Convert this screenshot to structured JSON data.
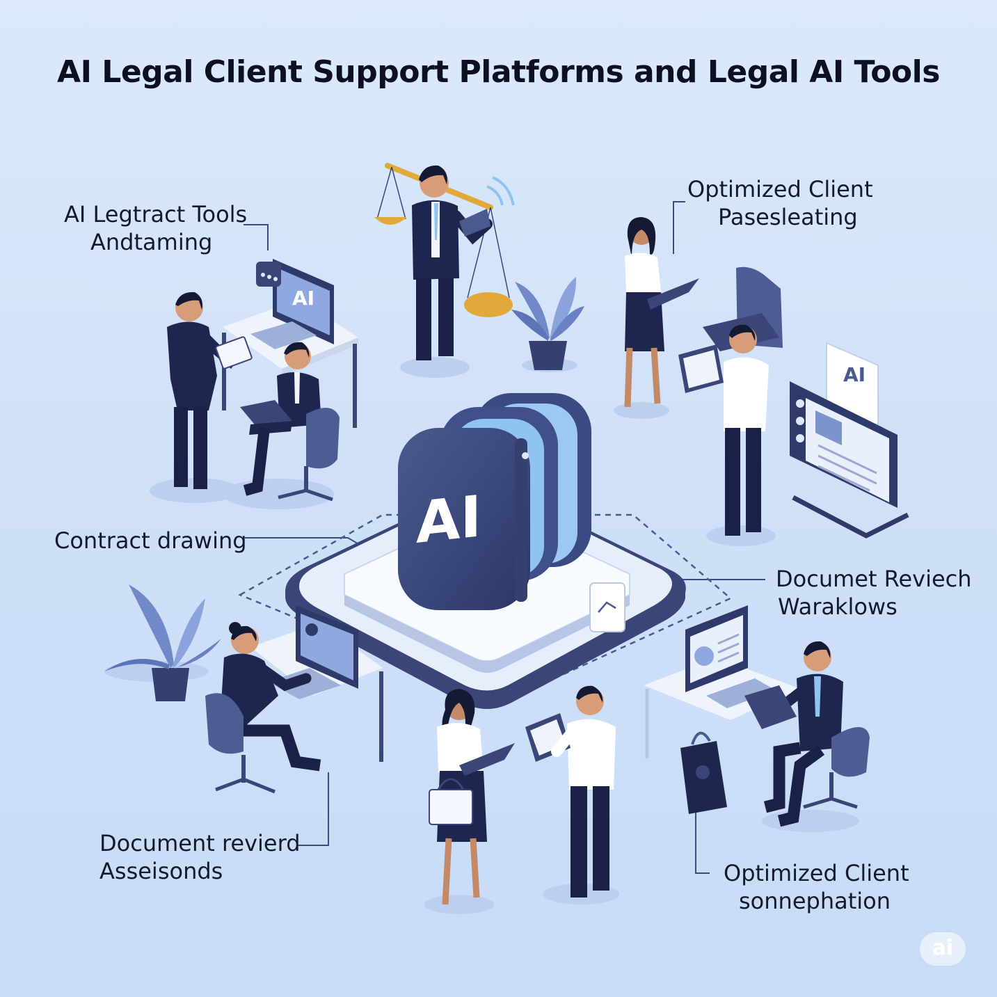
{
  "title": "AI Legal Client Support Platforms and Legal AI Tools",
  "hub_text": "AI",
  "labels": {
    "top_left": [
      "AI Legtract Tools",
      "Andtaming"
    ],
    "top_right": [
      "Optimized Client",
      "Pasesleating"
    ],
    "mid_left": [
      "Contract drawing"
    ],
    "mid_right": [
      "Documet Reviech",
      "Waraklows"
    ],
    "bottom_left": [
      "Document revierd",
      "Asseisonds"
    ],
    "bottom_right": [
      "Optimized Client",
      "sonnephation"
    ]
  },
  "screen_text": {
    "monitor_top_left": "AI",
    "document_right": "AI"
  },
  "watermark": "ai",
  "colors": {
    "background": "#d3e4f9",
    "navy": "#1e2650",
    "slate": "#4a5a8f",
    "accent_blue": "#8fc3f0",
    "gold": "#e0a93a"
  }
}
